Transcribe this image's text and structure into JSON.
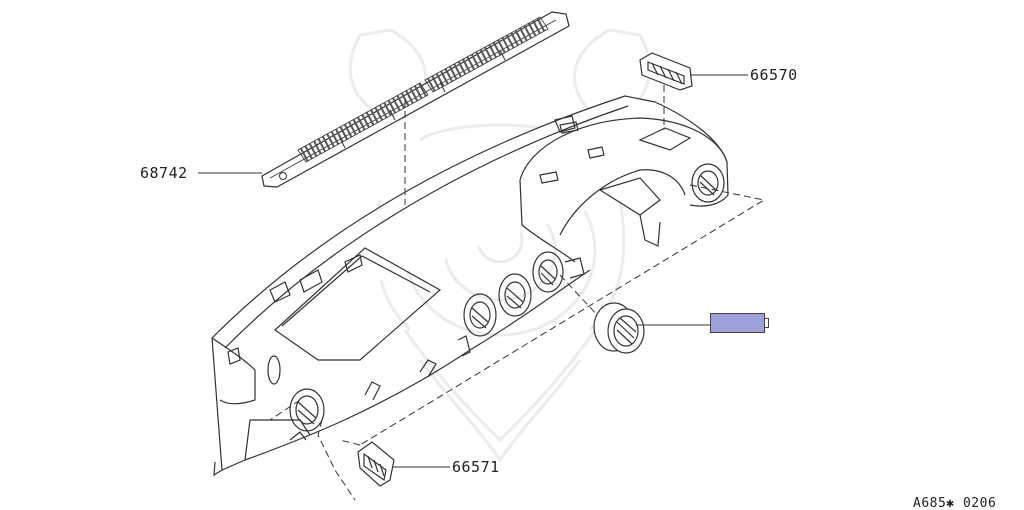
{
  "diagram": {
    "callouts": [
      {
        "id": "c-66570",
        "label": "66570"
      },
      {
        "id": "c-68742",
        "label": "68742"
      },
      {
        "id": "c-66571",
        "label": "66571"
      }
    ],
    "highlighted_part": {
      "color": "#9f9fd9",
      "label": ""
    },
    "footer_code": "A685✱ 0206"
  }
}
